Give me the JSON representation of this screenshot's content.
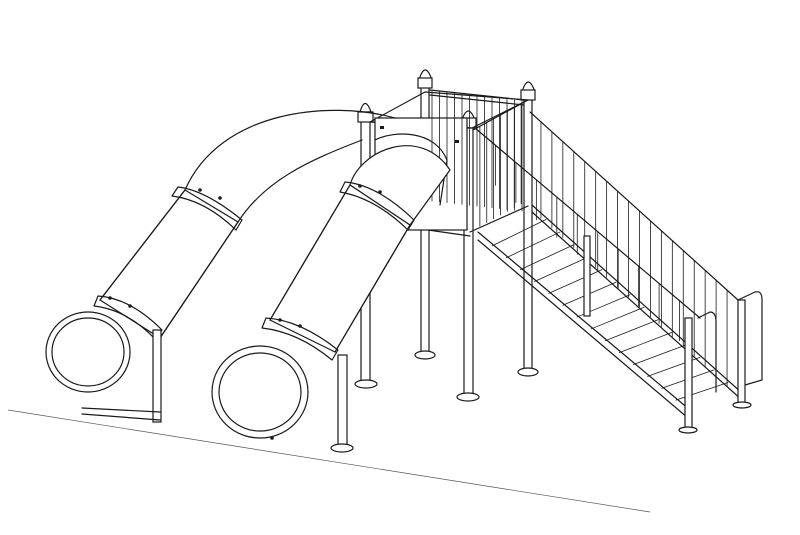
{
  "drawing": {
    "subject": "playground-structure-line-drawing",
    "line_color": "#1a1a1a",
    "background_color": "#ffffff",
    "components": {
      "tube_slides": 2,
      "deck_posts": 4,
      "stair_rail_posts": 3
    }
  }
}
